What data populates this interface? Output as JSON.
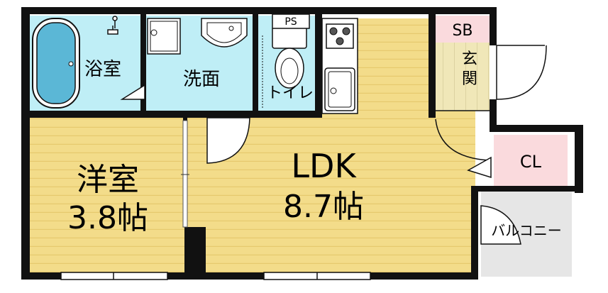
{
  "rooms": {
    "bathroom": "浴室",
    "washroom": "洗面",
    "toilet": "トイレ",
    "pipe_space": "PS",
    "shoe_box": "SB",
    "entrance_1": "玄",
    "entrance_2": "関",
    "closet": "CL",
    "western_room_name": "洋室",
    "western_room_size": "3.8帖",
    "ldk_name": "LDK",
    "ldk_size": "8.7帖",
    "balcony": "バルコニー"
  },
  "colors": {
    "wall": "#111111",
    "floor_wood": "#f3dc8a",
    "floor_wood_line": "#e6c96e",
    "wet_area": "#bfeef6",
    "entrance": "#f0e7b8",
    "entrance_line": "#c9bd8a",
    "closet": "#fadadd",
    "shoe_box": "#fadadd",
    "balcony": "#e6e6e6",
    "tub": "#5bb7d6",
    "fixture": "#ffffff"
  }
}
